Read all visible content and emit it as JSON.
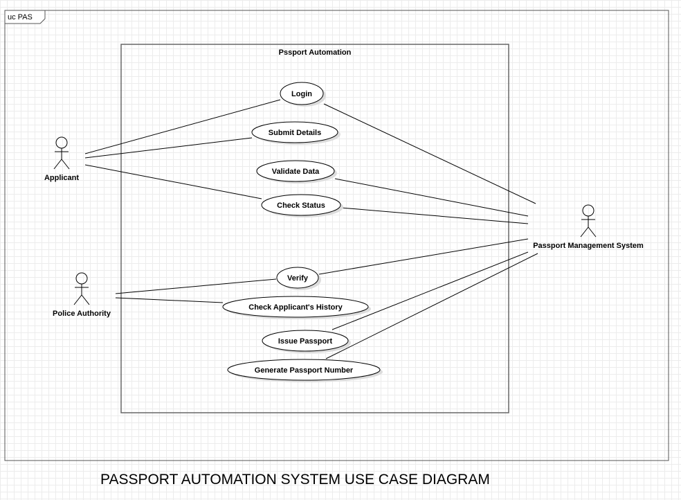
{
  "frame": {
    "tag": "uc PAS"
  },
  "system_boundary": {
    "title": "Pssport Automation"
  },
  "actors": {
    "applicant": "Applicant",
    "police": "Police Authority",
    "pms": "Passport Management System"
  },
  "use_cases": {
    "login": "Login",
    "submit_details": "Submit Details",
    "validate_data": "Validate Data",
    "check_status": "Check Status",
    "verify": "Verify",
    "check_history": "Check Applicant's History",
    "issue_passport": "Issue Passport",
    "generate_number": "Generate Passport Number"
  },
  "associations": [
    [
      "applicant",
      "login"
    ],
    [
      "applicant",
      "submit_details"
    ],
    [
      "applicant",
      "check_status"
    ],
    [
      "pms",
      "login"
    ],
    [
      "pms",
      "validate_data"
    ],
    [
      "pms",
      "check_status"
    ],
    [
      "pms",
      "verify"
    ],
    [
      "pms",
      "issue_passport"
    ],
    [
      "pms",
      "generate_number"
    ],
    [
      "police",
      "verify"
    ],
    [
      "police",
      "check_history"
    ]
  ],
  "caption": "PASSPORT AUTOMATION SYSTEM USE CASE DIAGRAM"
}
